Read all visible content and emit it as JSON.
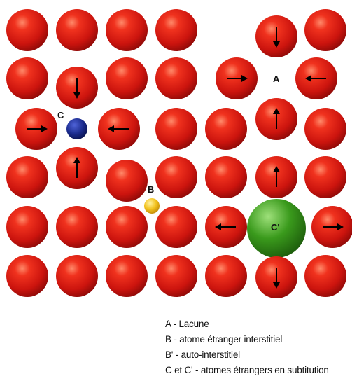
{
  "labels": {
    "A": "A",
    "B": "B",
    "C": "C",
    "C_prime": "C'"
  },
  "legend": [
    "A - Lacune",
    "B - atome étranger interstitiel",
    "B' - auto-interstitiel",
    "C et C' - atomes étrangers en subtitution"
  ],
  "colors": {
    "host_atom": "#d81810",
    "small_foreign_atom": "#1a2a8c",
    "interstitial_atom": "#f2c21e",
    "large_foreign_atom": "#3a9a1c",
    "arrow": "#000000"
  },
  "icons": {
    "atom": "red-sphere",
    "arrow": "displacement-arrow"
  }
}
